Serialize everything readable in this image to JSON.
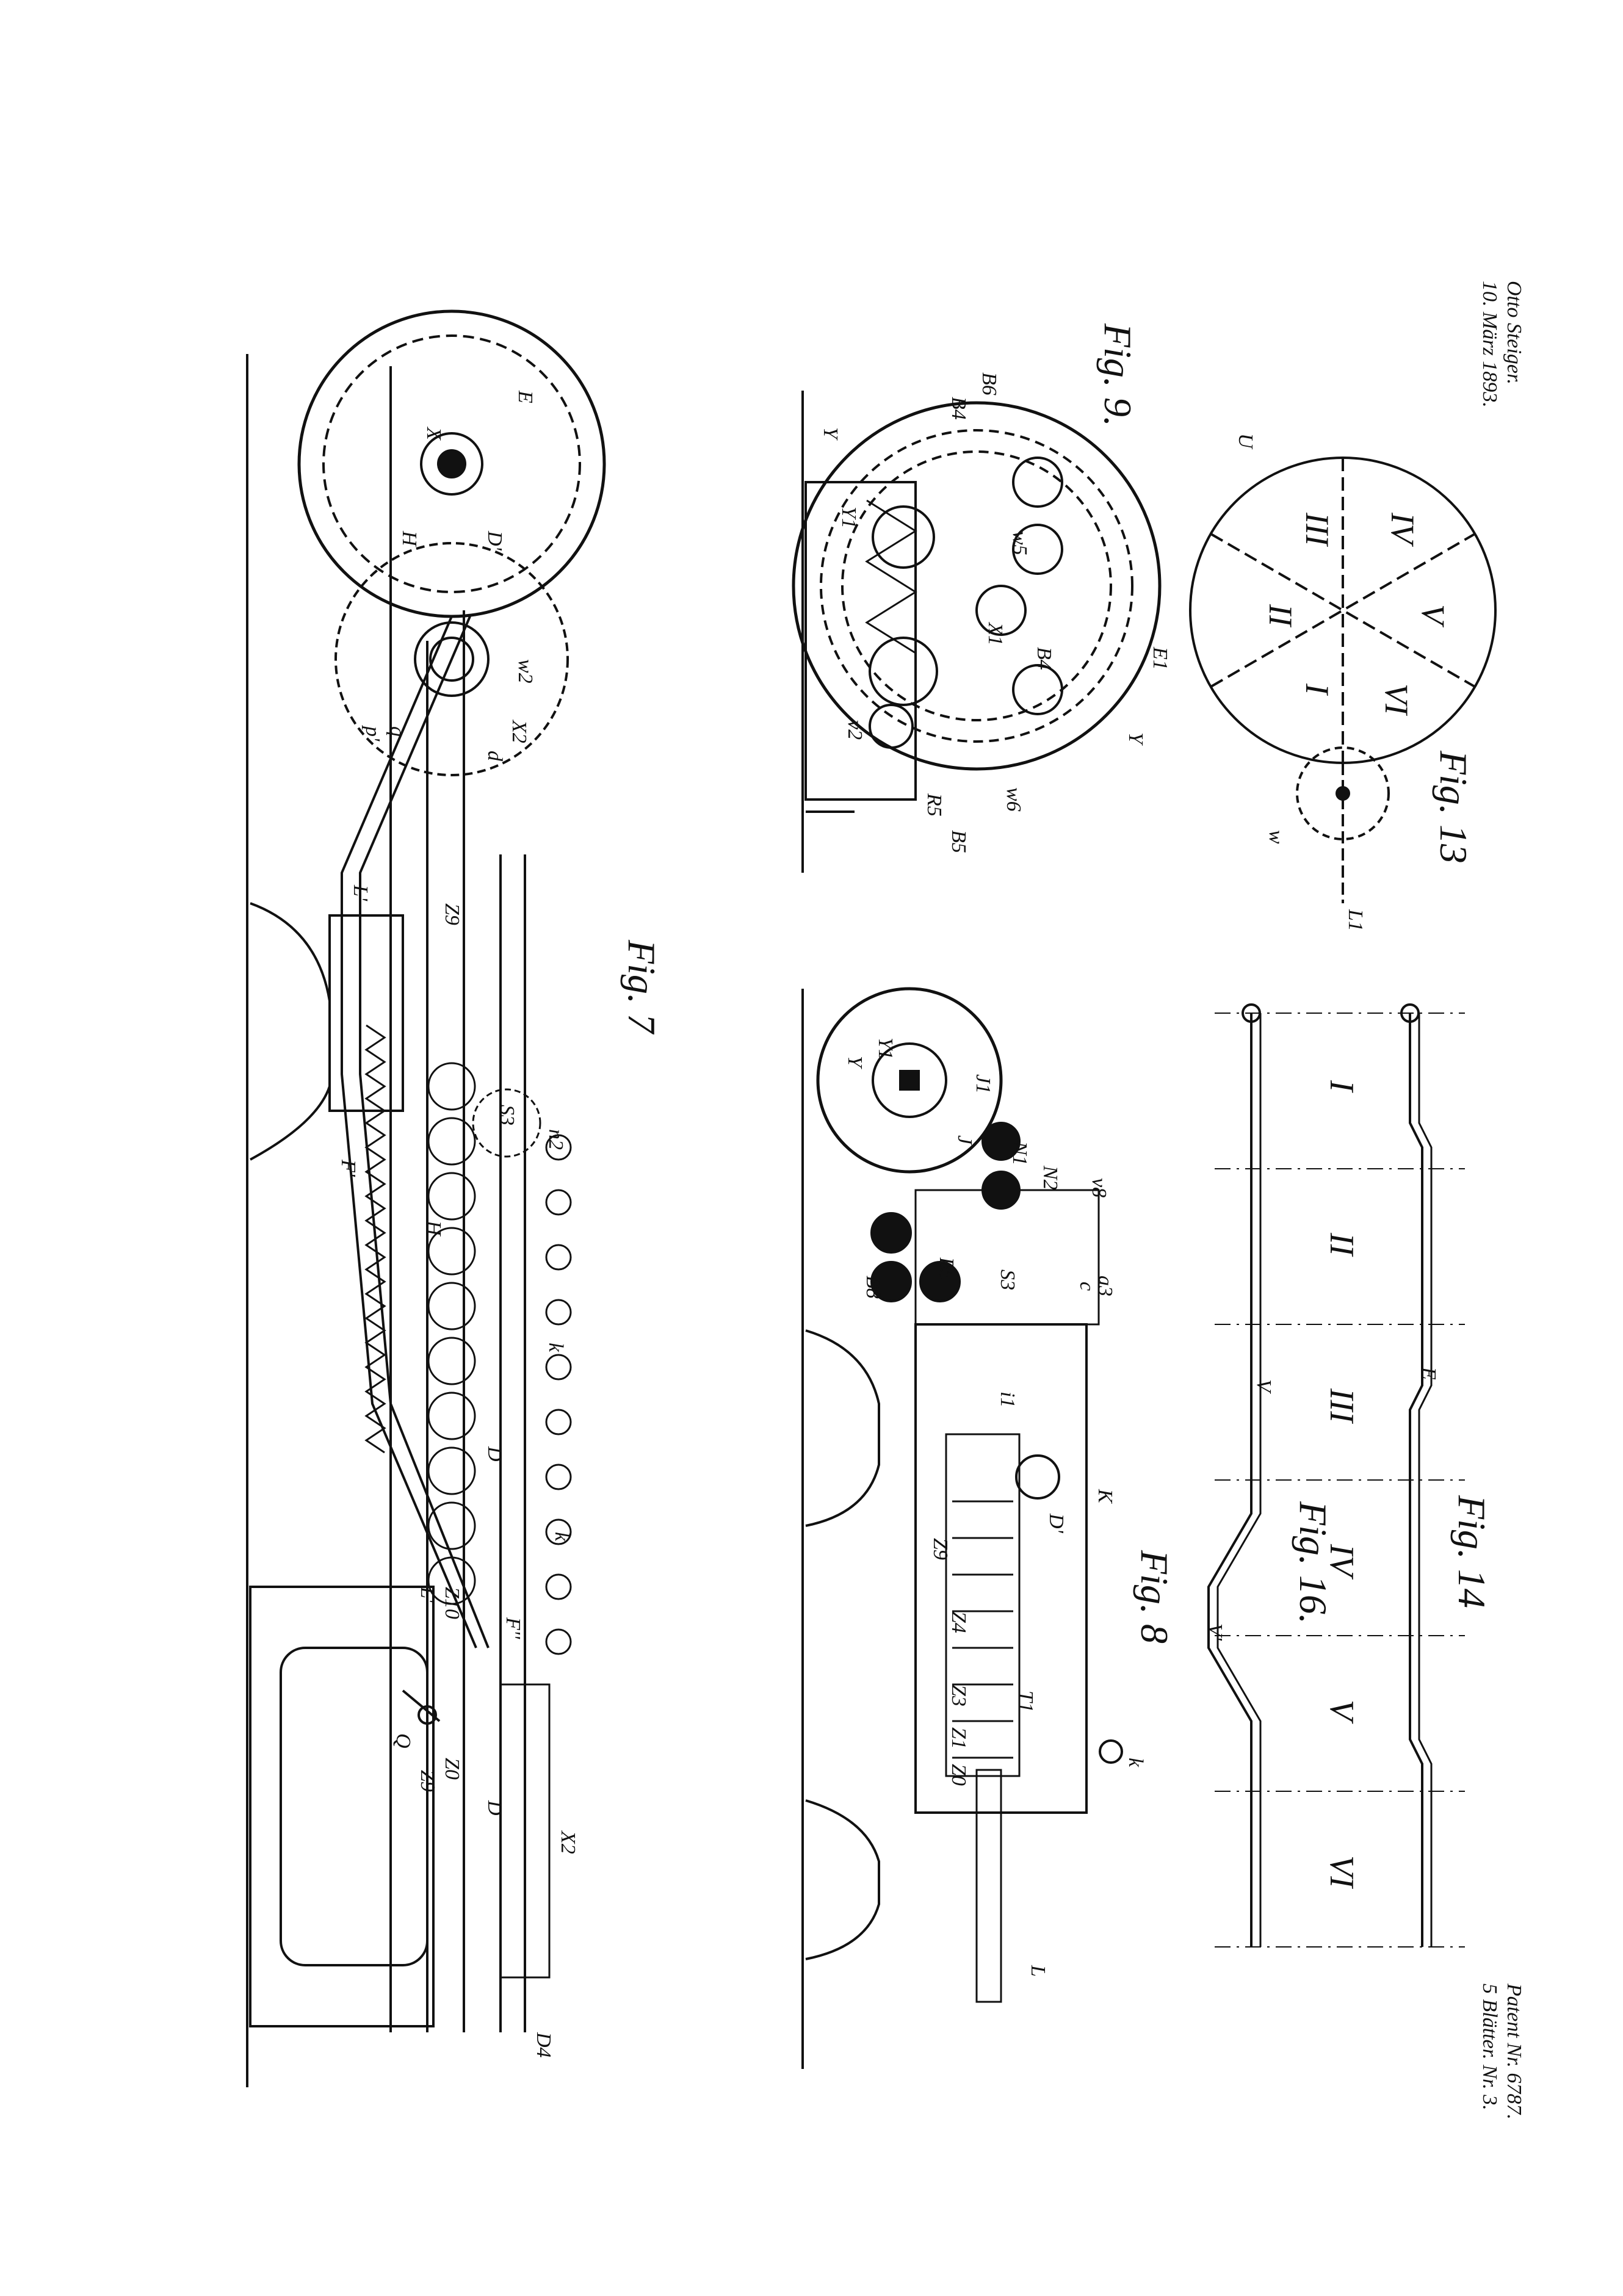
{
  "header": {
    "inventor": "Otto Steiger.",
    "date": "10. März 1893."
  },
  "footer": {
    "patent_number": "Patent Nr. 6787.",
    "sheets": "5 Blätter. Nr. 3."
  },
  "figures": {
    "fig7": "Fig. 7",
    "fig8": "Fig. 8",
    "fig9": "Fig. 9.",
    "fig13": "Fig. 13",
    "fig14": "Fig. 14",
    "fig16": "Fig. 16."
  },
  "fig13_sectors": [
    "I",
    "II",
    "III",
    "IV",
    "V",
    "VI"
  ],
  "fig14_sections": [
    "I",
    "II",
    "III",
    "IV",
    "V",
    "VI"
  ],
  "labels": {
    "fig7": [
      "E",
      "X",
      "H",
      "D'",
      "w2",
      "X2",
      "d",
      "p'",
      "q",
      "L'",
      "Z9",
      "F'",
      "S3",
      "n2",
      "H",
      "k",
      "D",
      "k",
      "L'",
      "Z10",
      "F''",
      "Q",
      "Z9",
      "Z0",
      "D",
      "X2",
      "D4"
    ],
    "fig8": [
      "Y",
      "Y1",
      "J1",
      "J",
      "N1",
      "N2",
      "v8",
      "a3",
      "B8",
      "B5",
      "S3",
      "c",
      "i1",
      "K",
      "D'",
      "Z9",
      "Z4",
      "Z3",
      "Z1",
      "Z0",
      "T1",
      "k",
      "L"
    ],
    "fig9": [
      "B6",
      "B4",
      "Y",
      "Y1",
      "w5",
      "X1",
      "B4",
      "E1",
      "Y",
      "w6",
      "R5",
      "B5",
      "v2"
    ],
    "fig13": [
      "U",
      "w",
      "L1"
    ],
    "fig14": [
      "E",
      "V",
      "V'"
    ]
  }
}
